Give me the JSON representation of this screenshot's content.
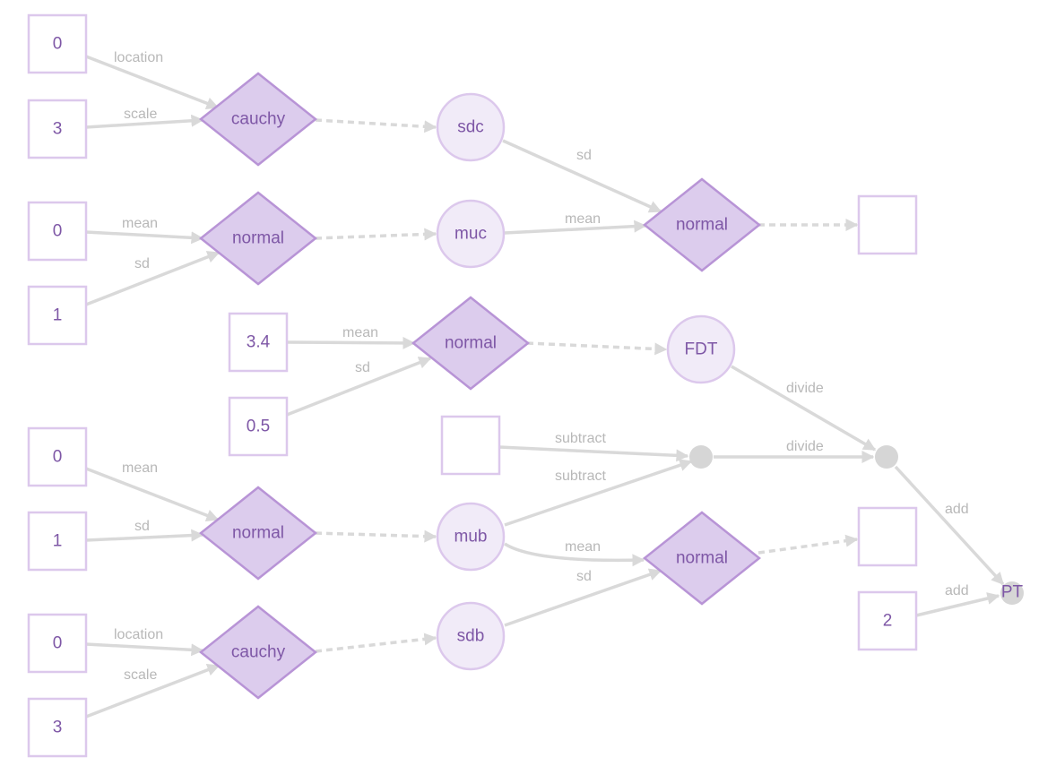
{
  "diagram": {
    "nodes": {
      "c1": "0",
      "c2": "3",
      "c3": "0",
      "c4": "1",
      "c5": "3.4",
      "c6": "0.5",
      "c7": "0",
      "c8": "1",
      "c9": "0",
      "c10": "3",
      "c11": "",
      "c12": "",
      "c13": "",
      "c14": "2",
      "d1": "cauchy",
      "d2": "normal",
      "d3": "normal",
      "d4": "normal",
      "d5": "normal",
      "d6": "cauchy",
      "d7": "normal",
      "v1": "sdc",
      "v2": "muc",
      "v3": "FDT",
      "v4": "mub",
      "v5": "sdb",
      "o1": "",
      "o2": "",
      "o3": "PT"
    },
    "edge_labels": {
      "e1": "location",
      "e2": "scale",
      "e3": "mean",
      "e4": "sd",
      "e5": "sd",
      "e6": "mean",
      "e7": "mean",
      "e8": "sd",
      "e9": "divide",
      "e10": "subtract",
      "e11": "subtract",
      "e12": "divide",
      "e13": "add",
      "e14": "mean",
      "e15": "sd",
      "e16": "mean",
      "e17": "sd",
      "e18": "location",
      "e19": "scale",
      "e20": "add"
    }
  }
}
